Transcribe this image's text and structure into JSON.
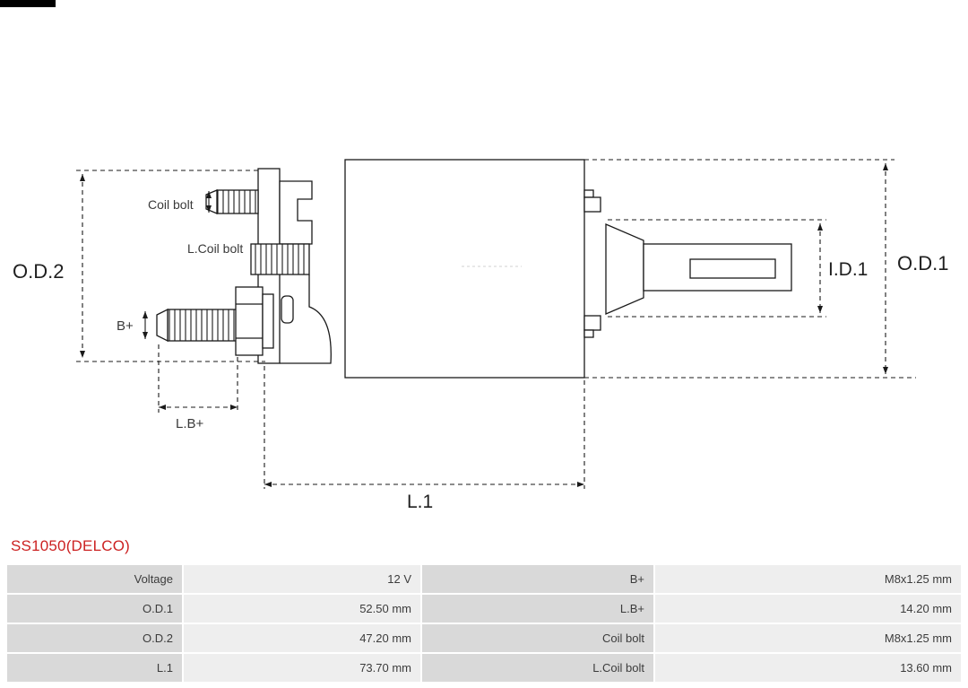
{
  "title": "SS1050(DELCO)",
  "colors": {
    "title": "#cc2222",
    "table_label_bg": "#d9d9d9",
    "table_value_bg": "#eeeeee",
    "line": "#1a1a1a"
  },
  "diagram": {
    "labels": {
      "od2": "O.D.2",
      "od1": "O.D.1",
      "id1": "I.D.1",
      "l1": "L.1",
      "lbplus": "L.B+",
      "bplus": "B+",
      "coil_bolt": "Coil bolt",
      "l_coil_bolt": "L.Coil bolt"
    }
  },
  "table": {
    "rows": [
      {
        "c1": "Voltage",
        "c2": "12 V",
        "c3": "B+",
        "c4": "M8x1.25 mm"
      },
      {
        "c1": "O.D.1",
        "c2": "52.50 mm",
        "c3": "L.B+",
        "c4": "14.20 mm"
      },
      {
        "c1": "O.D.2",
        "c2": "47.20 mm",
        "c3": "Coil bolt",
        "c4": "M8x1.25 mm"
      },
      {
        "c1": "L.1",
        "c2": "73.70 mm",
        "c3": "L.Coil bolt",
        "c4": "13.60 mm"
      }
    ]
  }
}
